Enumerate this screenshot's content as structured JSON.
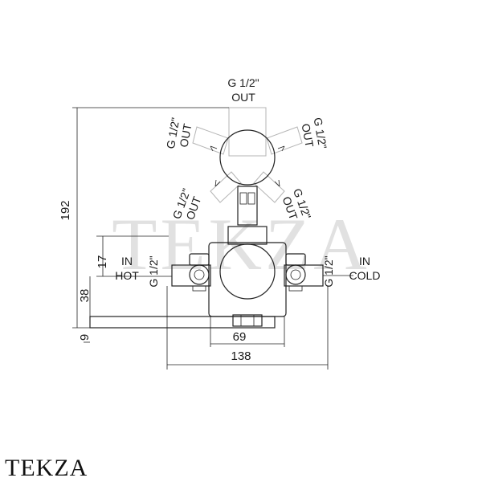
{
  "labels": {
    "top_out": [
      "G 1/2\"",
      "OUT"
    ],
    "upper_left_out": [
      "G 1/2\"",
      "OUT"
    ],
    "upper_right_out": [
      "G 1/2\"",
      "OUT"
    ],
    "lower_left_out": [
      "G 1/2\"",
      "OUT"
    ],
    "lower_right_out": [
      "G 1/2\"",
      "OUT"
    ],
    "in_hot": [
      "IN",
      "HOT"
    ],
    "in_cold": [
      "IN",
      "COLD"
    ],
    "hot_thread": "G 1/2\"",
    "cold_thread": "G 1/2\""
  },
  "dimensions": {
    "height_total": "192",
    "in_offset": "17",
    "in_height": "38",
    "base": "9",
    "inner_width": "69",
    "total_width": "138"
  },
  "watermark": "TEKZA",
  "brand": "TEKZA"
}
